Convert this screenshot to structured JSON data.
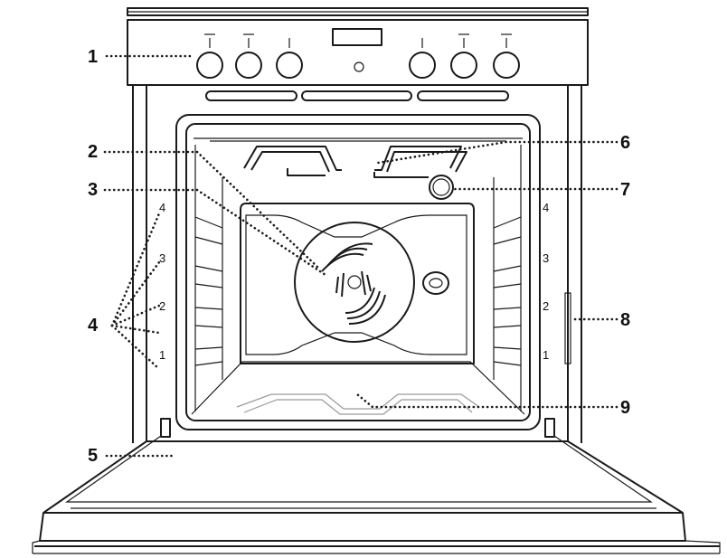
{
  "callouts": {
    "c1": "1",
    "c2": "2",
    "c3": "3",
    "c4": "4",
    "c5": "5",
    "c6": "6",
    "c7": "7",
    "c8": "8",
    "c9": "9"
  },
  "shelves_left": [
    "4",
    "3",
    "2",
    "1"
  ],
  "shelves_right": [
    "4",
    "3",
    "2",
    "1"
  ]
}
